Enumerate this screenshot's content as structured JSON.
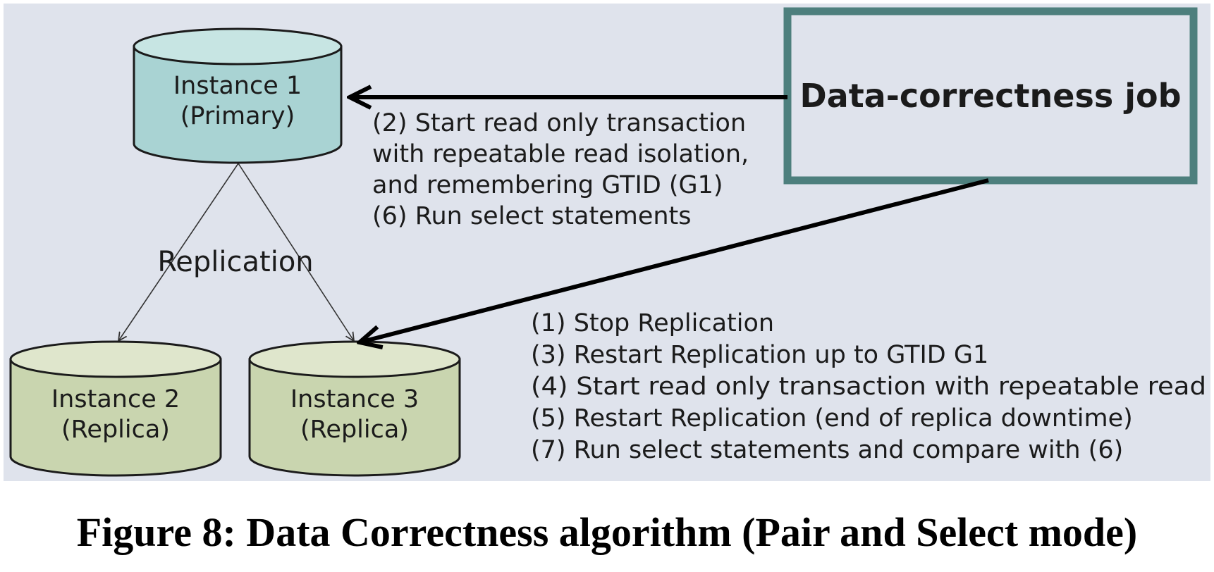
{
  "diagram": {
    "nodes": {
      "instance1": {
        "line1": "Instance 1",
        "line2": "(Primary)",
        "fill": "#a9d3d3",
        "top_fill": "#c7e5e3"
      },
      "instance2": {
        "line1": "Instance 2",
        "line2": "(Replica)",
        "fill": "#c9d5af",
        "top_fill": "#dfe6cc"
      },
      "instance3": {
        "line1": "Instance 3",
        "line2": "(Replica)",
        "fill": "#c9d5af",
        "top_fill": "#dfe6cc"
      },
      "job": {
        "label": "Data-correctness job",
        "border": "#4d7f7d"
      }
    },
    "replication_label": "Replication",
    "primary_steps": [
      "(2) Start read only transaction",
      "with repeatable read isolation,",
      "and remembering GTID (G1)",
      "(6) Run select statements"
    ],
    "replica_steps": [
      "(1) Stop Replication",
      "(3) Restart Replication up to GTID G1",
      "(4) Start read only transaction with repeatable read",
      "(5) Restart Replication (end of replica downtime)",
      "(7) Run select statements and compare with (6)"
    ]
  },
  "caption": "Figure 8: Data Correctness algorithm (Pair and Select mode)"
}
